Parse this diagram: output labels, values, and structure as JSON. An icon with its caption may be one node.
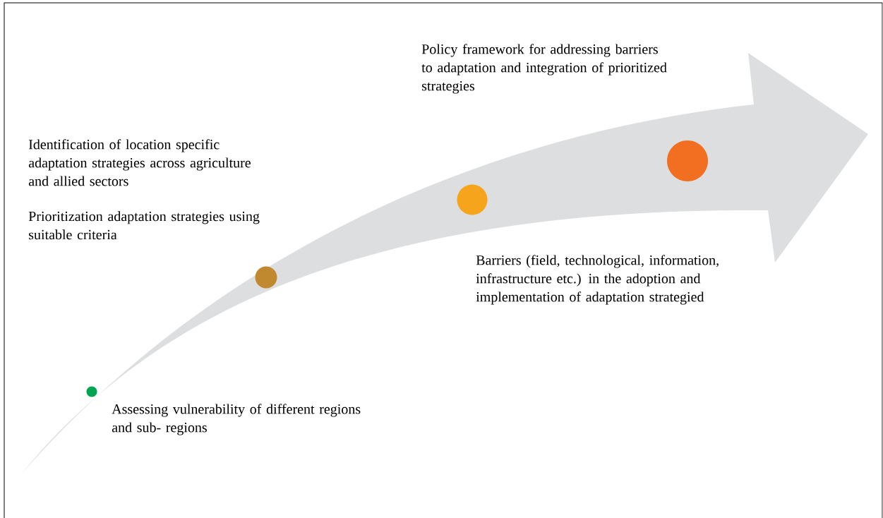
{
  "diagram": {
    "nodes": [
      {
        "text": [],
        "shape": "circle",
        "beside": [
          "Assessing vulnerability of different regions and sub- regions"
        ]
      },
      {
        "text": [],
        "shape": "circle",
        "beside": [
          "Identification of location specific adaptation strategies across agriculture and allied sectors",
          "Prioritization adaptation strategies using suitable criteria"
        ]
      },
      {
        "text": [],
        "shape": "circle",
        "beside": [
          "Barriers (field, technological, information, infrastructure etc.) in the adoption and implementation of adaptation strategied"
        ]
      },
      {
        "text": [],
        "shape": "circle",
        "beside": [
          "Policy framework for addressing barriers to adaptation and integration of prioritized strategies"
        ]
      }
    ],
    "edges": []
  }
}
